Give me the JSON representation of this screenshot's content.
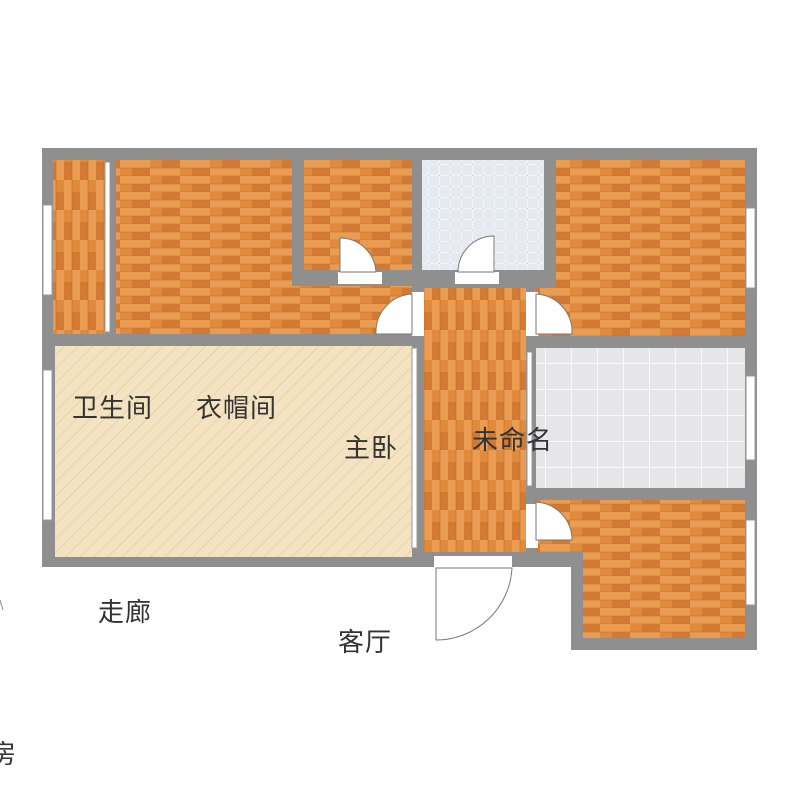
{
  "labels": {
    "bathroom": "卫生间",
    "cloakroom": "衣帽间",
    "master_bedroom": "主卧",
    "unnamed": "未命名",
    "corridor": "走廊",
    "living_room": "客厅",
    "partial_left": "房"
  },
  "colors": {
    "wall": "#8f8f8f",
    "wood_base": "#e08a3c",
    "wood_light": "#eba055",
    "wood_dark": "#c8702c",
    "beige_floor": "#f4e3c0",
    "tile_floor": "#e6e6e8",
    "tile_line": "#ffffff",
    "window_glass": "#ffffff",
    "door_stroke": "#777777"
  },
  "icons": {
    "door": "door-swing-icon",
    "window": "window-icon"
  }
}
